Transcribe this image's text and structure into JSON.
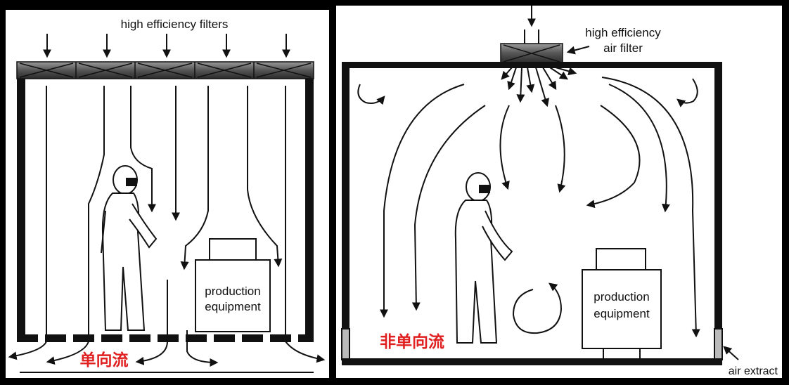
{
  "left_panel": {
    "filters_label": "high efficiency filters",
    "equipment_label_line1": "production",
    "equipment_label_line2": "equipment",
    "flow_type_label": "单向流"
  },
  "right_panel": {
    "filter_label_line1": "high efficiency",
    "filter_label_line2": "air filter",
    "equipment_label_line1": "production",
    "equipment_label_line2": "equipment",
    "flow_type_label": "非单向流",
    "extract_label": "air extract"
  }
}
